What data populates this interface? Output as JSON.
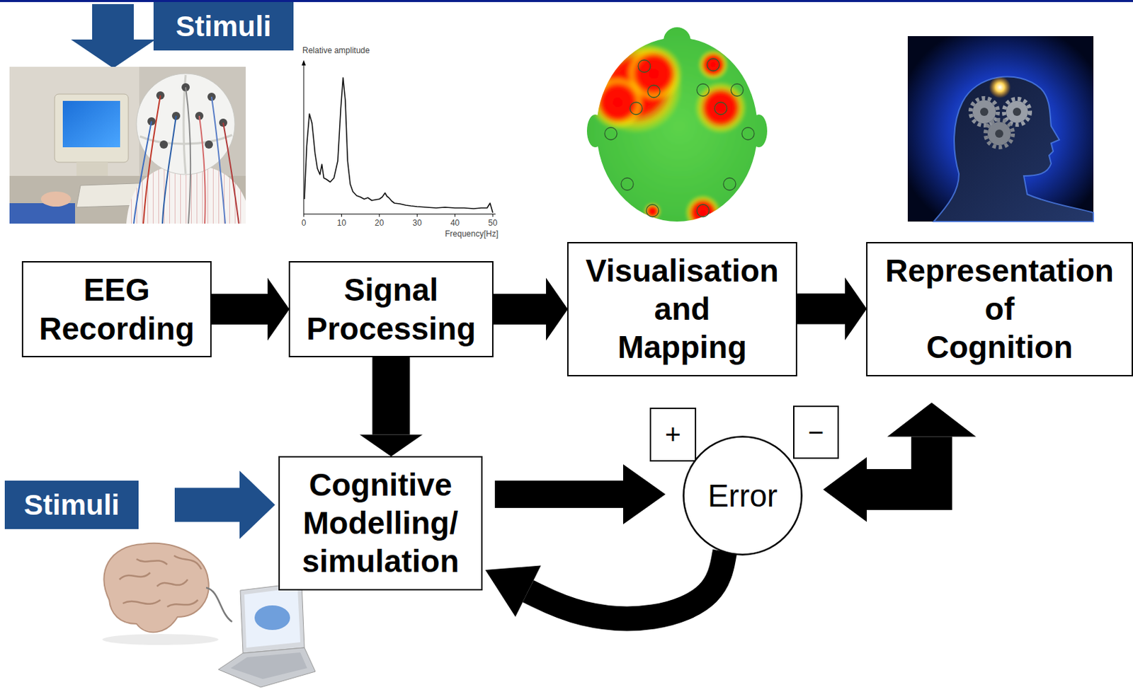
{
  "diagram": {
    "nodes": [
      {
        "text": [
          "Stimuli"
        ]
      },
      {
        "text": [
          "EEG Recording"
        ]
      },
      {
        "text": [
          "Signal Processing"
        ]
      },
      {
        "text": [
          "Visualisation and Mapping"
        ]
      },
      {
        "text": [
          "Representation of Cognition"
        ]
      },
      {
        "text": [
          "+"
        ]
      },
      {
        "text": [
          "−"
        ]
      },
      {
        "text": [
          "Stimuli"
        ]
      },
      {
        "text": [
          "Cognitive Modelling/ simulation"
        ]
      },
      {
        "text": [
          "Error"
        ]
      }
    ],
    "edges": [
      {
        "from": 1,
        "to": 2,
        "arrow": "to"
      },
      {
        "from": 2,
        "to": 3,
        "arrow": "to"
      },
      {
        "from": 3,
        "to": 4,
        "arrow": "to"
      },
      {
        "from": 2,
        "to": 8,
        "arrow": "to"
      },
      {
        "from": 7,
        "to": 8,
        "arrow": "to"
      },
      {
        "from": 8,
        "to": 9,
        "arrow": "to"
      },
      {
        "from": 4,
        "to": 9,
        "arrow": "both"
      },
      {
        "from": 9,
        "to": 8,
        "arrow": "to"
      }
    ],
    "labels": [
      "Relative amplitude",
      "0",
      "10",
      "20",
      "30",
      "40",
      "50",
      "Frequency[Hz]"
    ]
  }
}
